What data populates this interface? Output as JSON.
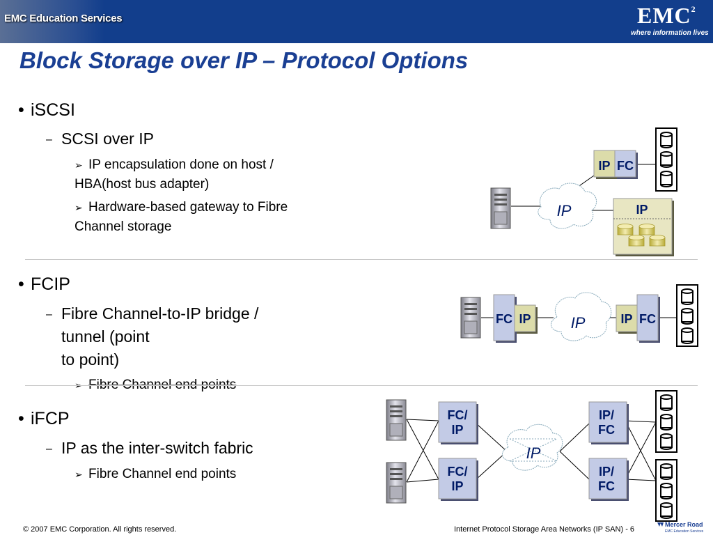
{
  "header": {
    "brand": "EMC Education Services",
    "logo_text": "EMC",
    "logo_sup": "2",
    "tagline": "where information lives"
  },
  "title": "Block Storage over IP – Protocol Options",
  "sections": [
    {
      "bullet": "iSCSI",
      "sub": "SCSI over IP",
      "points": [
        "IP encapsulation done on host / HBA(host bus adapter)",
        "Hardware-based gateway to Fibre Channel storage"
      ]
    },
    {
      "bullet": "FCIP",
      "sub_lines": [
        "Fibre Channel-to-IP bridge /",
        "tunnel (point",
        "to point)"
      ],
      "points": [
        "Fibre Channel end points"
      ]
    },
    {
      "bullet": "iFCP",
      "sub": "IP as the inter-switch fabric",
      "points": [
        "Fibre Channel end points"
      ]
    }
  ],
  "diagram": {
    "ip": "IP",
    "fc": "FC",
    "fc_ip": [
      "FC/",
      "IP"
    ],
    "ip_fc": [
      "IP/",
      "FC"
    ]
  },
  "footer": {
    "copyright": "© 2007 EMC Corporation. All rights reserved.",
    "course": "Internet Protocol Storage Area Networks (IP SAN)",
    "page": "- 6",
    "partner": "Mercer Road",
    "partner_sub": "EMC Education Services"
  },
  "colors": {
    "header_bg": "#123e8c",
    "title": "#1a3f93",
    "fc_box": "#c3cbe6",
    "ip_box": "#dcdcaa",
    "label_text": "#001a66"
  }
}
